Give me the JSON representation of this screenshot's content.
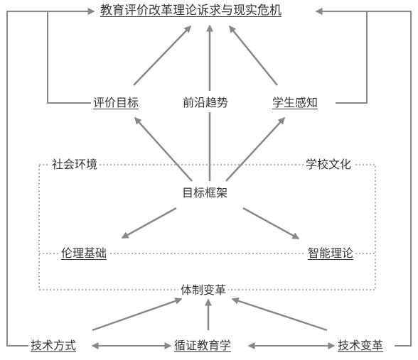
{
  "diagram": {
    "top": "教育评价改革理论诉求与现实危机",
    "row2": {
      "left": "评价目标",
      "center": "前沿趋势",
      "right": "学生感知"
    },
    "box": {
      "top_left": "社会环境",
      "top_right": "学校文化",
      "center": "目标框架",
      "left": "伦理基础",
      "right": "智能理论",
      "bottom": "体制变革"
    },
    "bottom": {
      "left": "技术方式",
      "center": "循证教育学",
      "right": "技术变革"
    },
    "colors": {
      "line": "#888888",
      "text": "#333333",
      "dotted": "#999999"
    }
  }
}
